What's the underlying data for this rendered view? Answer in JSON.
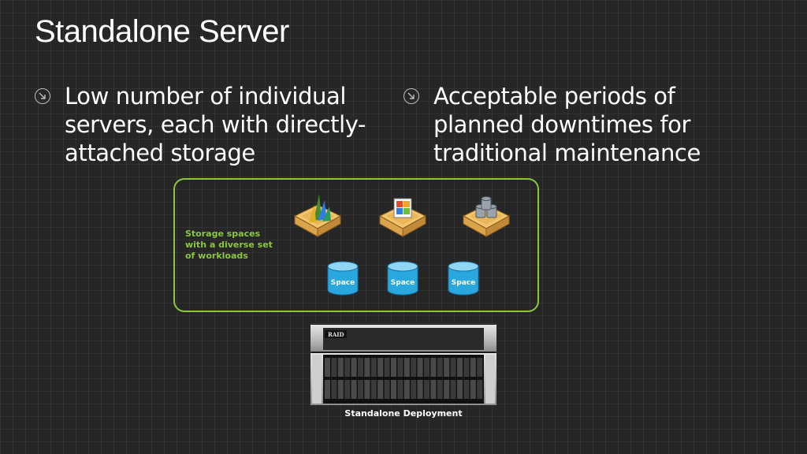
{
  "slide": {
    "title": "Standalone Server",
    "bullets": [
      "Low number of individual servers, each with directly-attached storage",
      "Acceptable periods of planned downtimes for traditional maintenance"
    ]
  },
  "diagram": {
    "box_label": "Storage spaces with a diverse set of workloads",
    "spaces": [
      "Space",
      "Space",
      "Space"
    ],
    "server_brand": "RAID",
    "caption": "Standalone Deployment",
    "workload_icons": [
      "sharepoint-icon",
      "office-apps-icon",
      "database-icon"
    ]
  },
  "colors": {
    "background": "#262626",
    "accent_green": "#8cc63f",
    "space_blue": "#29a8e0"
  }
}
